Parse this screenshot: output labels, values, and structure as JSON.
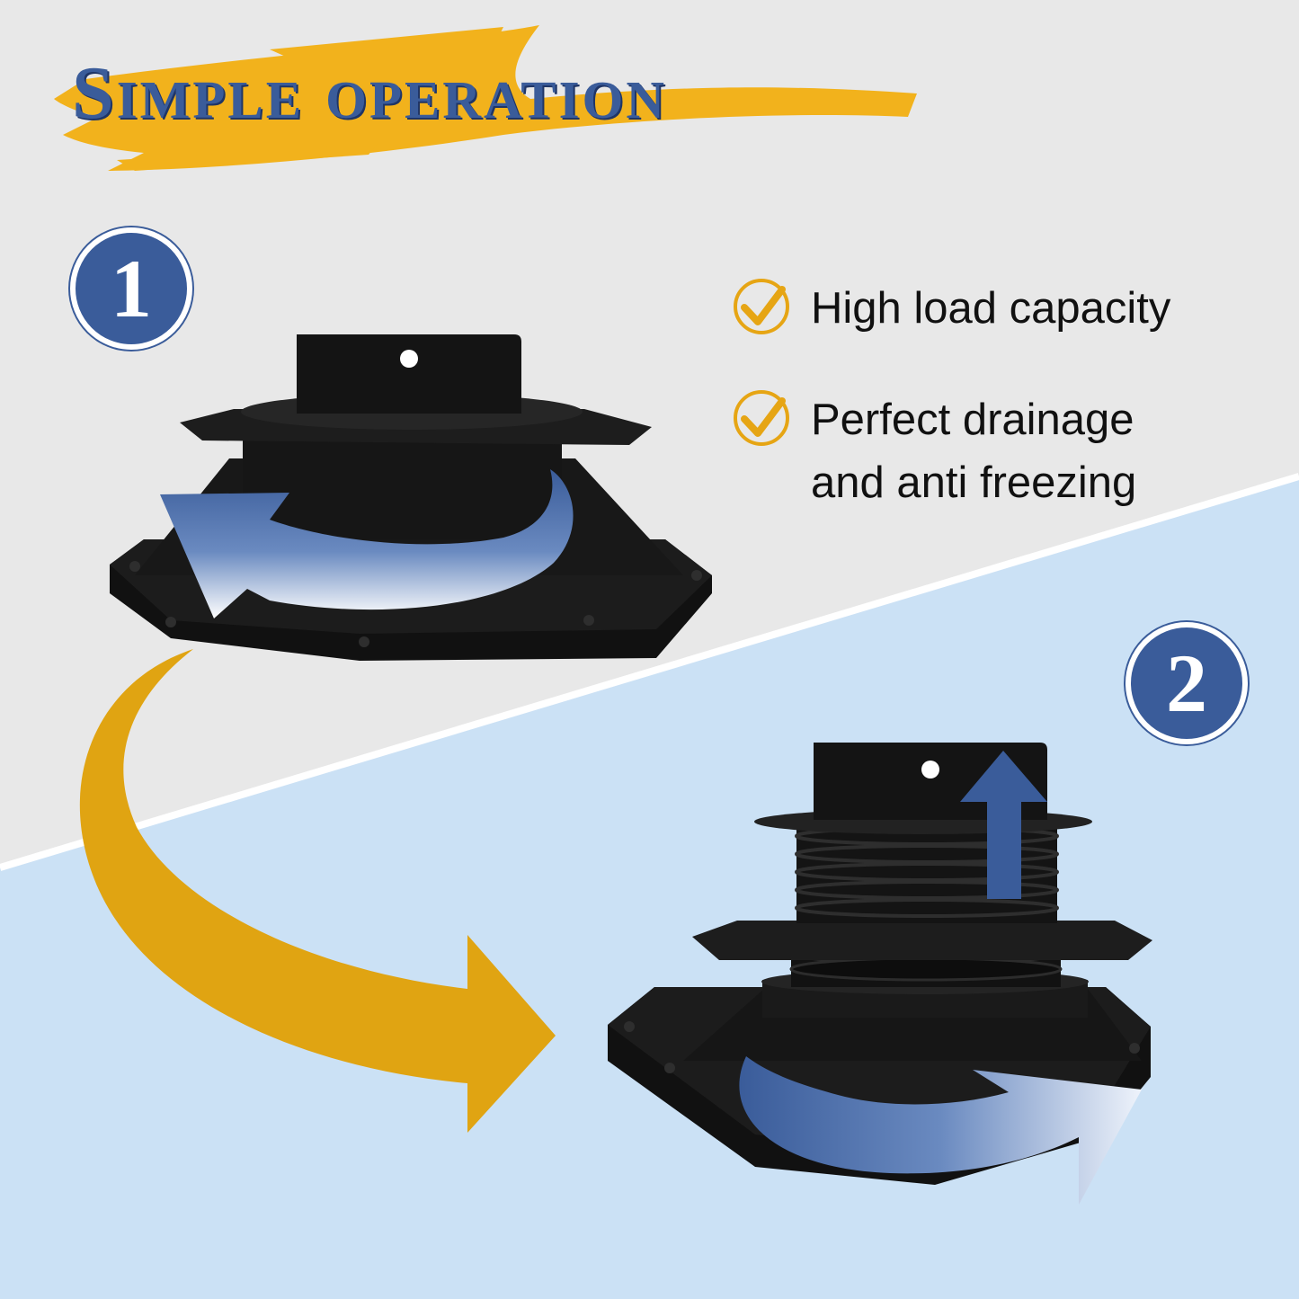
{
  "title": "Simple operation",
  "steps": [
    {
      "number": "1"
    },
    {
      "number": "2"
    }
  ],
  "features": [
    {
      "lines": [
        "High load capacity"
      ]
    },
    {
      "lines": [
        "Perfect drainage",
        "and anti freezing"
      ]
    }
  ],
  "colors": {
    "brand_blue": "#3a5c9a",
    "brush_yellow": "#f2b21c",
    "curve_arrow_gold": "#e0a412",
    "background_grey": "#e8e8e8",
    "background_blue": "#cbe1f5",
    "product_black": "#111111"
  },
  "icons": [
    "check-circle-icon",
    "rotate-arrow-icon",
    "up-arrow-icon",
    "curved-arrow-icon"
  ]
}
